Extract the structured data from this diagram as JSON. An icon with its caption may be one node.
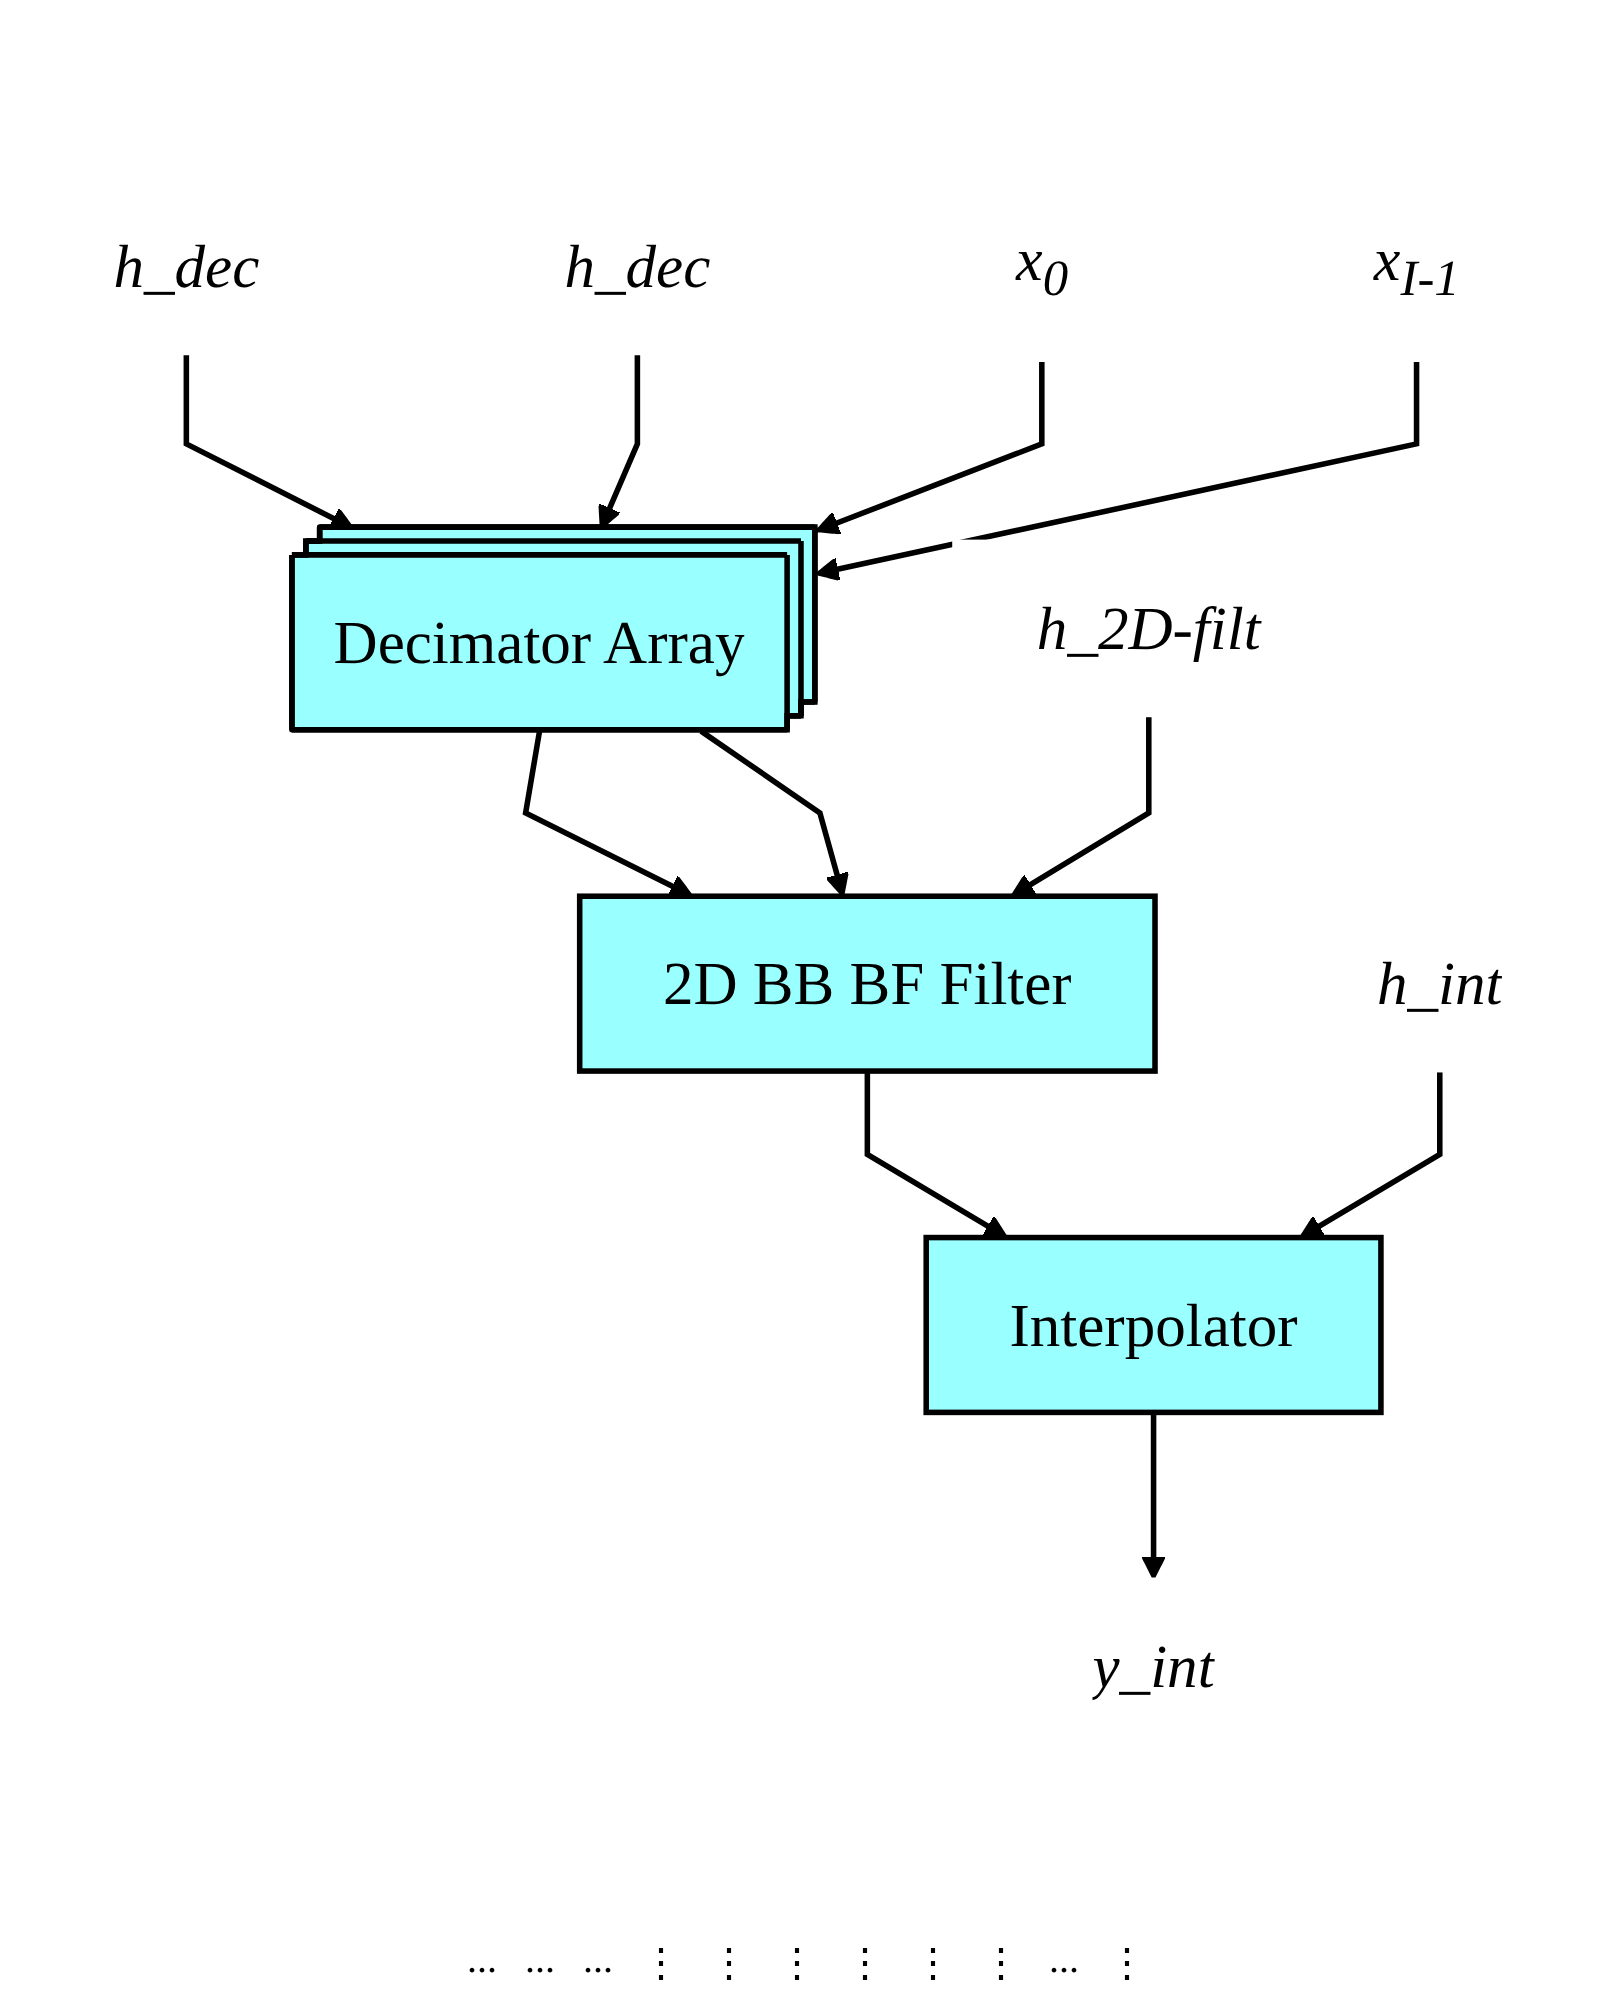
{
  "diagram": {
    "nodes": [
      {
        "text": [
          "h_dec"
        ]
      },
      {
        "text": [
          "h_dec"
        ]
      },
      {
        "text": [
          "x$_{0}$"
        ]
      },
      {
        "text": [
          "x$_{I-1}$"
        ]
      },
      {
        "text": [
          "Decimator Array"
        ]
      },
      {
        "text": [
          "h_2D-filt"
        ]
      },
      {
        "text": [
          "2D BB BF Filter"
        ]
      },
      {
        "text": [
          "h_int"
        ]
      },
      {
        "text": [
          "Interpolator"
        ]
      },
      {
        "text": [
          "y_int"
        ]
      }
    ],
    "edges": [
      {
        "from": 0,
        "to": 4,
        "arrow": "to"
      },
      {
        "from": 1,
        "to": 4,
        "arrow": "to"
      },
      {
        "from": 2,
        "to": 4,
        "arrow": "to"
      },
      {
        "from": 3,
        "to": 4,
        "arrow": "to"
      },
      {
        "from": 4,
        "to": 6,
        "arrow": "to"
      },
      {
        "from": 4,
        "to": 6,
        "arrow": "to"
      },
      {
        "from": 5,
        "to": 6,
        "arrow": "to"
      },
      {
        "from": 6,
        "to": 8,
        "arrow": "to"
      },
      {
        "from": 7,
        "to": 8,
        "arrow": "to"
      },
      {
        "from": 8,
        "to": 9,
        "arrow": "to"
      }
    ],
    "labels": [
      "...",
      "...",
      "...",
      "⋮",
      "⋮",
      "⋮",
      "⋮",
      "⋮",
      "⋮",
      "...",
      "⋮"
    ]
  }
}
